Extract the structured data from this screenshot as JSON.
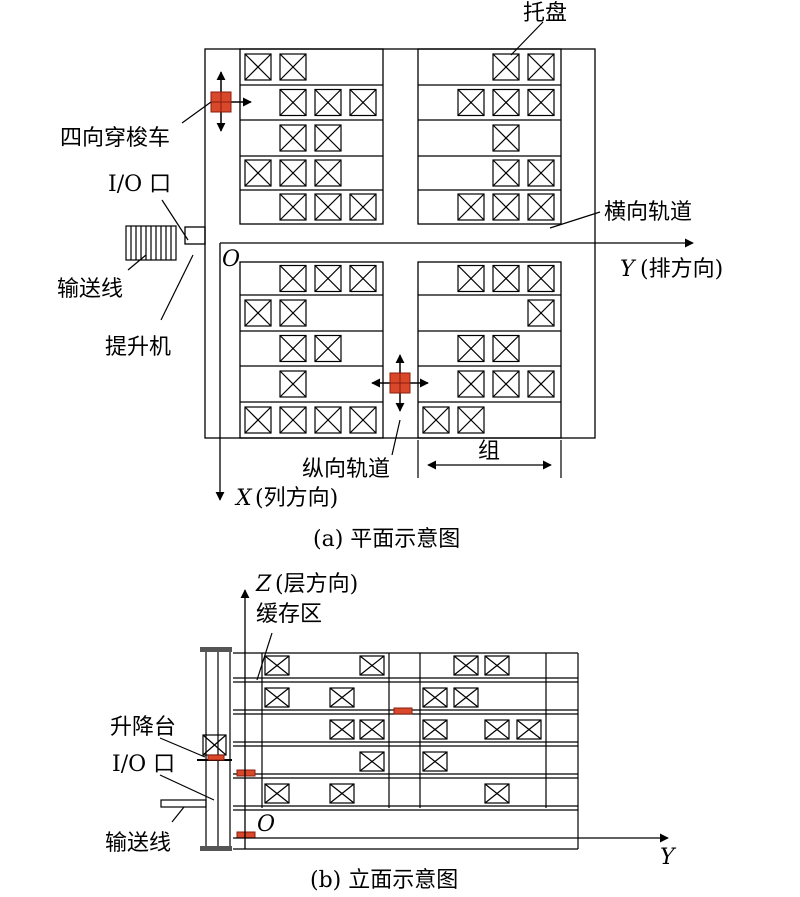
{
  "plan": {
    "caption": "(a) 平面示意图",
    "labels": {
      "pallet": "托盘",
      "shuttle": "四向穿梭车",
      "io_port": "I/O 口",
      "conveyor": "输送线",
      "lift": "提升机",
      "cross_track": "横向轨道",
      "long_track": "纵向轨道",
      "group": "组",
      "origin": "O",
      "y_axis_letter": "Y",
      "y_axis_text": "(排方向)",
      "x_axis_letter": "X",
      "x_axis_text": "(列方向)"
    },
    "pallet_rows": {
      "top_left": [
        [
          0,
          1
        ],
        [
          1,
          2,
          3
        ],
        [
          1,
          2
        ],
        [
          0,
          1,
          2
        ],
        [
          1,
          2,
          3
        ]
      ],
      "top_right": [
        [
          2,
          3
        ],
        [
          1,
          2,
          3
        ],
        [
          2
        ],
        [
          2,
          3
        ],
        [
          1,
          2,
          3
        ]
      ],
      "bottom_left": [
        [
          1,
          2,
          3
        ],
        [
          0,
          1
        ],
        [
          1,
          2
        ],
        [
          1
        ],
        [
          0,
          1,
          2,
          3
        ]
      ],
      "bottom_right": [
        [
          1,
          2,
          3
        ],
        [
          3
        ],
        [
          1,
          2
        ],
        [
          1,
          2,
          3
        ],
        [
          0,
          1
        ]
      ]
    }
  },
  "elevation": {
    "caption": "(b) 立面示意图",
    "labels": {
      "z_axis_letter": "Z",
      "z_axis_text": "(层方向)",
      "buffer": "缓存区",
      "lift_platform": "升降台",
      "io_port": "I/O 口",
      "conveyor": "输送线",
      "origin": "O",
      "y_axis_letter": "Y"
    },
    "pallet_rows": [
      [
        277,
        372,
        466,
        497
      ],
      [
        277,
        342,
        435,
        466
      ],
      [
        342,
        372,
        435,
        497,
        529
      ],
      [
        372,
        435
      ],
      [
        277,
        342,
        497
      ]
    ]
  },
  "colors": {
    "line": "#000000",
    "shuttle": "#d9482a",
    "shuttle_dark": "#8a1e0e",
    "lift_bar": "#555555"
  }
}
